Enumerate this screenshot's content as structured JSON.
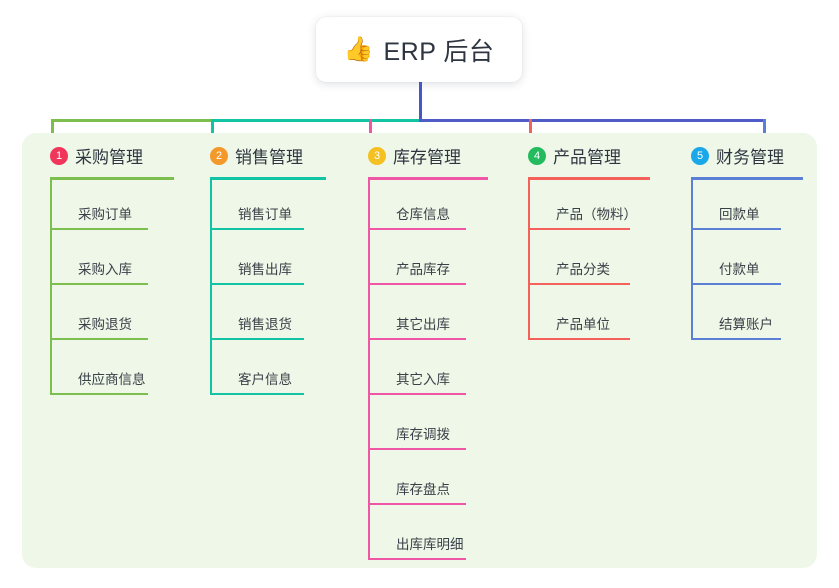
{
  "diagram": {
    "type": "mind-map",
    "background_color": "#ffffff",
    "panel_color": "#eef7e8",
    "root": {
      "icon": "thumbs-up-icon",
      "icon_glyph": "👍",
      "label": "ERP 后台",
      "stem_color": "#4457c4"
    },
    "trunk": {
      "segments": [
        {
          "name": "trunk-segment-green",
          "color": "#7cbf4f"
        },
        {
          "name": "trunk-segment-teal",
          "color": "#12c3a4"
        },
        {
          "name": "trunk-segment-blue",
          "color": "#4f5cc8"
        }
      ]
    },
    "columns": [
      {
        "index": "1",
        "badge_number": "1",
        "badge_color": "#f0365b",
        "line_color": "#7cbf4f",
        "title": "采购管理",
        "items": [
          "采购订单",
          "采购入库",
          "采购退货",
          "供应商信息"
        ]
      },
      {
        "index": "2",
        "badge_number": "2",
        "badge_color": "#f5982a",
        "line_color": "#12c3a4",
        "title": "销售管理",
        "items": [
          "销售订单",
          "销售出库",
          "销售退货",
          "客户信息"
        ]
      },
      {
        "index": "3",
        "badge_number": "3",
        "badge_color": "#f5c022",
        "line_color": "#ef56a5",
        "title": "库存管理",
        "items": [
          "仓库信息",
          "产品库存",
          "其它出库",
          "其它入库",
          "库存调拨",
          "库存盘点",
          "出库库明细"
        ]
      },
      {
        "index": "4",
        "badge_number": "4",
        "badge_color": "#23bb5e",
        "line_color": "#f4605a",
        "title": "产品管理",
        "items": [
          "产品（物料）",
          "产品分类",
          "产品单位"
        ]
      },
      {
        "index": "5",
        "badge_number": "5",
        "badge_color": "#1aa8e8",
        "line_color": "#5b7fd4",
        "title": "财务管理",
        "items": [
          "回款单",
          "付款单",
          "结算账户"
        ]
      }
    ]
  }
}
